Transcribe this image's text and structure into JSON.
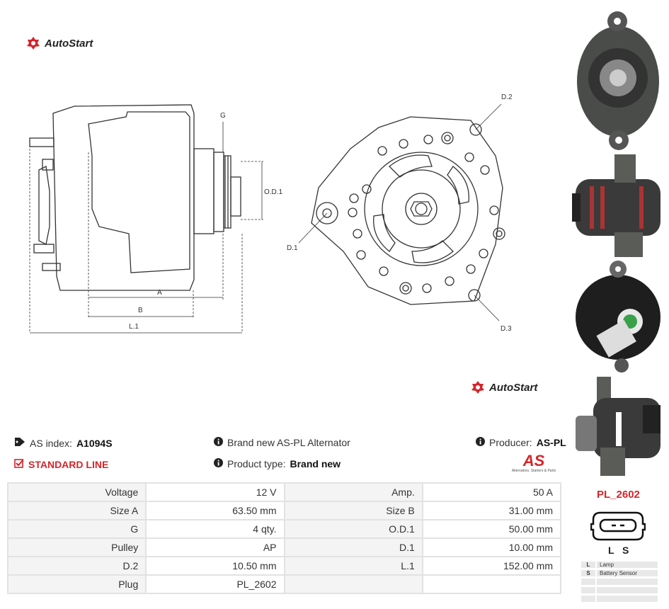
{
  "brand": {
    "name": "AutoStart"
  },
  "info": {
    "as_index_label": "AS index:",
    "as_index_value": "A1094S",
    "line": "STANDARD LINE",
    "description": "Brand new AS-PL Alternator",
    "product_type_label": "Product type:",
    "product_type_value": "Brand new",
    "producer_label": "Producer:",
    "producer_value": "AS-PL",
    "as_logo_text": "AS",
    "as_logo_tagline": "Alternators, Starters & Parts"
  },
  "drawing_labels": {
    "g": "G",
    "od1": "O.D.1",
    "a": "A",
    "b": "B",
    "l1": "L.1",
    "d1": "D.1",
    "d2": "D.2",
    "d3": "D.3"
  },
  "specs": [
    [
      "Voltage",
      "12 V",
      "Amp.",
      "50 A"
    ],
    [
      "Size A",
      "63.50 mm",
      "Size B",
      "31.00 mm"
    ],
    [
      "G",
      "4 qty.",
      "O.D.1",
      "50.00 mm"
    ],
    [
      "Pulley",
      "AP",
      "D.1",
      "10.00 mm"
    ],
    [
      "D.2",
      "10.50 mm",
      "L.1",
      "152.00 mm"
    ],
    [
      "Plug",
      "PL_2602",
      "",
      ""
    ]
  ],
  "plug": {
    "code": "PL_2602",
    "pins": "L   S",
    "legend": [
      {
        "k": "L",
        "v": "Lamp"
      },
      {
        "k": "S",
        "v": "Battery Sensor"
      },
      {
        "k": "",
        "v": ""
      },
      {
        "k": "",
        "v": ""
      },
      {
        "k": "",
        "v": ""
      }
    ]
  }
}
